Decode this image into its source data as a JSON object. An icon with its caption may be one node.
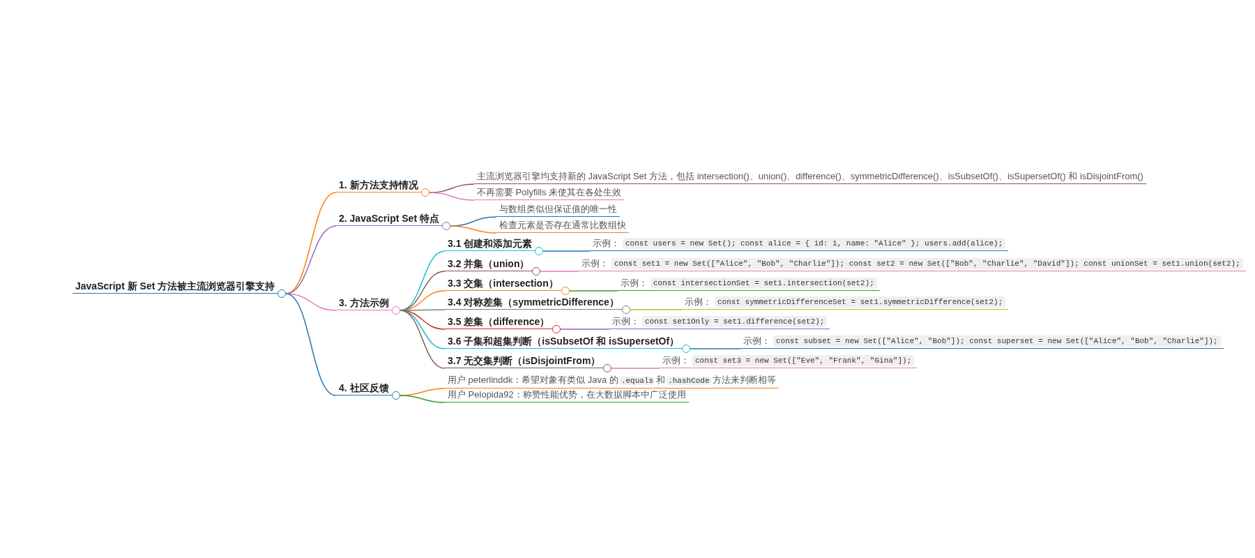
{
  "diagram": {
    "nodes": [
      {
        "text": [
          "JavaScript 新 Set 方法被主流浏览器引擎支持"
        ]
      },
      {
        "text": [
          "1. 新方法支持情况"
        ]
      },
      {
        "text": [
          "主流浏览器引擎均支持新的 JavaScript Set 方法，包括 intersection()、union()、difference()、symmetricDifference()、isSubsetOf()、isSupersetOf() 和 isDisjointFrom()"
        ]
      },
      {
        "text": [
          "不再需要 Polyfills 来使其在各处生效"
        ]
      },
      {
        "text": [
          "2. JavaScript Set 特点"
        ]
      },
      {
        "text": [
          "与数组类似但保证值的唯一性"
        ]
      },
      {
        "text": [
          "检查元素是否存在通常比数组快"
        ]
      },
      {
        "text": [
          "3. 方法示例"
        ]
      },
      {
        "text": [
          "3.1 创建和添加元素"
        ]
      },
      {
        "text": [
          "示例：",
          "const users = new Set(); const alice = { id: 1, name: \"Alice\" }; users.add(alice);"
        ]
      },
      {
        "text": [
          "3.2 并集（union）"
        ]
      },
      {
        "text": [
          "示例：",
          "const set1 = new Set([\"Alice\", \"Bob\", \"Charlie\"]); const set2 = new Set([\"Bob\", \"Charlie\", \"David\"]); const unionSet = set1.union(set2);"
        ]
      },
      {
        "text": [
          "3.3 交集（intersection）"
        ]
      },
      {
        "text": [
          "示例：",
          "const intersectionSet = set1.intersection(set2);"
        ]
      },
      {
        "text": [
          "3.4 对称差集（symmetricDifference）"
        ]
      },
      {
        "text": [
          "示例：",
          "const symmetricDifferenceSet = set1.symmetricDifference(set2);"
        ]
      },
      {
        "text": [
          "3.5 差集（difference）"
        ]
      },
      {
        "text": [
          "示例：",
          "const set1Only = set1.difference(set2);"
        ]
      },
      {
        "text": [
          "3.6 子集和超集判断（isSubsetOf 和 isSupersetOf）"
        ]
      },
      {
        "text": [
          "示例：",
          "const subset = new Set([\"Alice\", \"Bob\"]); const superset = new Set([\"Alice\", \"Bob\", \"Charlie\"]);"
        ]
      },
      {
        "text": [
          "3.7 无交集判断（isDisjointFrom）"
        ]
      },
      {
        "text": [
          "示例：",
          "const set3 = new Set([\"Eve\", \"Frank\", \"Gina\"]);"
        ]
      },
      {
        "text": [
          "4. 社区反馈"
        ]
      },
      {
        "text": [
          "用户 peterlinddk：希望对象有类似 Java 的",
          ".equals",
          "和",
          ".hashCode",
          "方法来判断相等"
        ]
      },
      {
        "text": [
          "用户 Pelopida92：称赞性能优势，在大数据脚本中广泛使用"
        ]
      }
    ],
    "edges": [
      {
        "from": 0,
        "to": 1,
        "arrow": "none",
        "color": "#ff7f0e"
      },
      {
        "from": 1,
        "to": 2,
        "arrow": "none",
        "color": "#8c564b"
      },
      {
        "from": 1,
        "to": 3,
        "arrow": "none",
        "color": "#e377c2"
      },
      {
        "from": 0,
        "to": 4,
        "arrow": "none",
        "color": "#9467bd"
      },
      {
        "from": 4,
        "to": 5,
        "arrow": "none",
        "color": "#1f77b4"
      },
      {
        "from": 4,
        "to": 6,
        "arrow": "none",
        "color": "#ff7f0e"
      },
      {
        "from": 0,
        "to": 7,
        "arrow": "none",
        "color": "#e377c2"
      },
      {
        "from": 7,
        "to": 8,
        "arrow": "none",
        "color": "#17becf"
      },
      {
        "from": 8,
        "to": 9,
        "arrow": "none",
        "color": "#1f77b4"
      },
      {
        "from": 7,
        "to": 10,
        "arrow": "none",
        "color": "#8c564b"
      },
      {
        "from": 10,
        "to": 11,
        "arrow": "none",
        "color": "#e377c2"
      },
      {
        "from": 7,
        "to": 12,
        "arrow": "none",
        "color": "#ff7f0e"
      },
      {
        "from": 12,
        "to": 13,
        "arrow": "none",
        "color": "#2ca02c"
      },
      {
        "from": 7,
        "to": 14,
        "arrow": "none",
        "color": "#7f7f7f"
      },
      {
        "from": 14,
        "to": 15,
        "arrow": "none",
        "color": "#bcbd22"
      },
      {
        "from": 7,
        "to": 16,
        "arrow": "none",
        "color": "#d62728"
      },
      {
        "from": 16,
        "to": 17,
        "arrow": "none",
        "color": "#9467bd"
      },
      {
        "from": 7,
        "to": 18,
        "arrow": "none",
        "color": "#17becf"
      },
      {
        "from": 18,
        "to": 19,
        "arrow": "none",
        "color": "#1f77b4"
      },
      {
        "from": 7,
        "to": 20,
        "arrow": "none",
        "color": "#8c564b"
      },
      {
        "from": 20,
        "to": 21,
        "arrow": "none",
        "color": "#e377c2"
      },
      {
        "from": 0,
        "to": 22,
        "arrow": "none",
        "color": "#1f77b4"
      },
      {
        "from": 22,
        "to": 23,
        "arrow": "none",
        "color": "#ff7f0e"
      },
      {
        "from": 22,
        "to": 24,
        "arrow": "none",
        "color": "#2ca02c"
      }
    ]
  }
}
